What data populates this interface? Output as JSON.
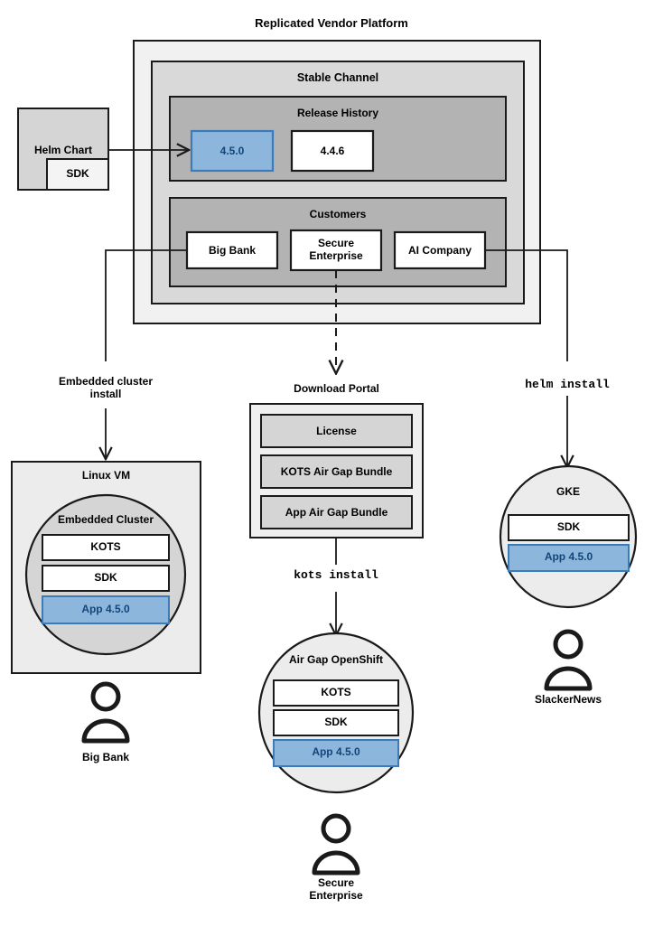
{
  "diagram": {
    "title": "Replicated Vendor Platform",
    "type": "architecture-flow-diagram"
  },
  "platform": {
    "title": "Replicated Vendor Platform",
    "channel": {
      "title": "Stable Channel",
      "release_history": {
        "title": "Release History",
        "releases": [
          {
            "version": "4.5.0",
            "highlighted": true
          },
          {
            "version": "4.4.6",
            "highlighted": false
          }
        ]
      },
      "customers": {
        "title": "Customers",
        "items": [
          {
            "name": "Big Bank"
          },
          {
            "name": "Secure\nEnterprise"
          },
          {
            "name": "AI Company"
          }
        ]
      }
    }
  },
  "source": {
    "helm_chart": "Helm Chart",
    "sdk": "SDK"
  },
  "edge_labels": {
    "embedded_cluster_install": "Embedded cluster\ninstall",
    "helm_install": "helm install",
    "kots_install": "kots install"
  },
  "download_portal": {
    "title": "Download Portal",
    "artifacts": [
      {
        "name": "License"
      },
      {
        "name": "KOTS Air Gap Bundle"
      },
      {
        "name": "App Air Gap Bundle"
      }
    ]
  },
  "targets": {
    "linux_vm": {
      "title": "Linux VM",
      "cluster_title": "Embedded Cluster",
      "components": [
        {
          "name": "KOTS",
          "highlighted": false
        },
        {
          "name": "SDK",
          "highlighted": false
        },
        {
          "name": "App 4.5.0",
          "highlighted": true
        }
      ],
      "actor": "Big Bank"
    },
    "airgap_openshift": {
      "title": "Air Gap OpenShift",
      "components": [
        {
          "name": "KOTS",
          "highlighted": false
        },
        {
          "name": "SDK",
          "highlighted": false
        },
        {
          "name": "App 4.5.0",
          "highlighted": true
        }
      ],
      "actor": "Secure\nEnterprise"
    },
    "gke": {
      "title": "GKE",
      "components": [
        {
          "name": "SDK",
          "highlighted": false
        },
        {
          "name": "App 4.5.0",
          "highlighted": true
        }
      ],
      "actor": "SlackerNews"
    }
  },
  "colors": {
    "highlight_fill": "#8cb6dc",
    "highlight_stroke": "#3d7ab8",
    "highlight_text": "#14457a",
    "platform_fill": "#f1f1f1",
    "channel_fill": "#d9d9d9",
    "section_fill": "#b3b3b3",
    "portal_fill": "#efefef",
    "artifact_fill": "#d5d5d5",
    "vm_fill": "#ececec",
    "cluster_fill": "#d5d5d5",
    "circle_fill": "#ececec",
    "stroke": "#1a1a1a",
    "white": "#ffffff"
  }
}
